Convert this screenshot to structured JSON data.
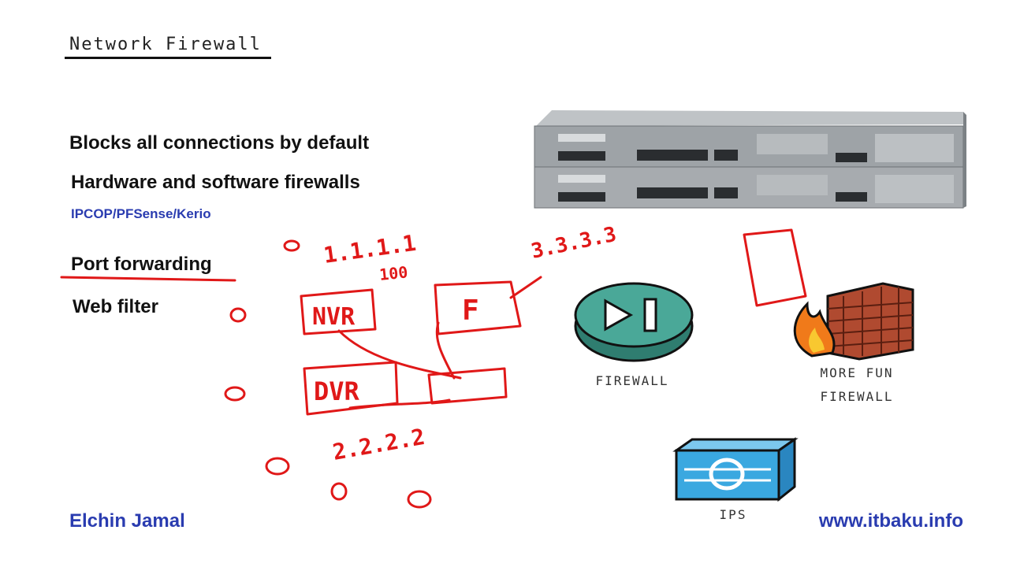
{
  "slide": {
    "title": "Network Firewall",
    "bullets": [
      "Blocks all connections by default",
      "Hardware and software firewalls",
      "Port forwarding",
      "Web filter"
    ],
    "software_examples": "IPCOP/PFSense/Kerio",
    "author": "Elchin Jamal",
    "website": "www.itbaku.info"
  },
  "icons": {
    "firewall_label": "FIREWALL",
    "more_fun_label_line1": "MORE FUN",
    "more_fun_label_line2": "FIREWALL",
    "ips_label": "IPS"
  },
  "annotations": {
    "ip_top": "1.1.1.1",
    "port": "100",
    "ip_right": "3.3.3.3",
    "ip_bottom": "2.2.2.2",
    "box_nvr": "NVR",
    "box_f": "F",
    "box_dvr": "DVR"
  },
  "colors": {
    "heading_blue": "#2a3cb0",
    "annotation_red": "#e01818",
    "firewall_teal": "#3c9a8c",
    "ips_blue": "#3aa8e0",
    "brick": "#b04a30"
  }
}
